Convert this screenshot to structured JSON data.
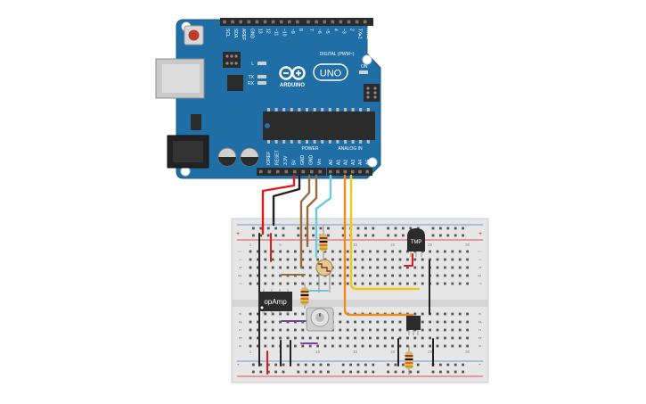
{
  "board": {
    "logo": "ARDUINO",
    "model": "UNO",
    "on_label": "ON",
    "tx_label": "TX",
    "rx_label": "RX",
    "l_label": "L",
    "digital_header_label": "DIGITAL (PWM~)",
    "power_header_label": "POWER",
    "analog_header_label": "ANALOG IN",
    "digital_pin_labels": [
      "SCL",
      "SDA",
      "AREF",
      "GND",
      "13",
      "12",
      "~11",
      "~10",
      "~9",
      "8",
      "7",
      "~6",
      "~5",
      "4",
      "~3",
      "2",
      "TX▸1",
      "RX◂0"
    ],
    "power_pin_labels": [
      "IOREF",
      "RESET",
      "3.3V",
      "5V",
      "GND",
      "GND",
      "Vin"
    ],
    "analog_pin_labels": [
      "A0",
      "A1",
      "A2",
      "A3",
      "A4",
      "A5"
    ]
  },
  "breadboard": {
    "row_letters_top": [
      "j",
      "i",
      "h",
      "g",
      "f"
    ],
    "row_letters_bottom": [
      "e",
      "d",
      "c",
      "b",
      "a"
    ],
    "column_numbers": [
      "1",
      "5",
      "10",
      "15",
      "20",
      "25",
      "30"
    ],
    "rail_plus": "+",
    "rail_minus": "-"
  },
  "components": {
    "opamp_label": "opAmp",
    "temp_sensor_label": "TMP"
  },
  "colors": {
    "board": "#1f6fa6",
    "wire_red": "#e01b1b",
    "wire_black": "#222222",
    "wire_brown": "#9a6b3c",
    "wire_cyan": "#6fc9de",
    "wire_orange": "#f08a1c",
    "wire_yellow": "#f2c619",
    "wire_purple": "#7b3fa0",
    "breadboard": "#e9e9e9"
  }
}
